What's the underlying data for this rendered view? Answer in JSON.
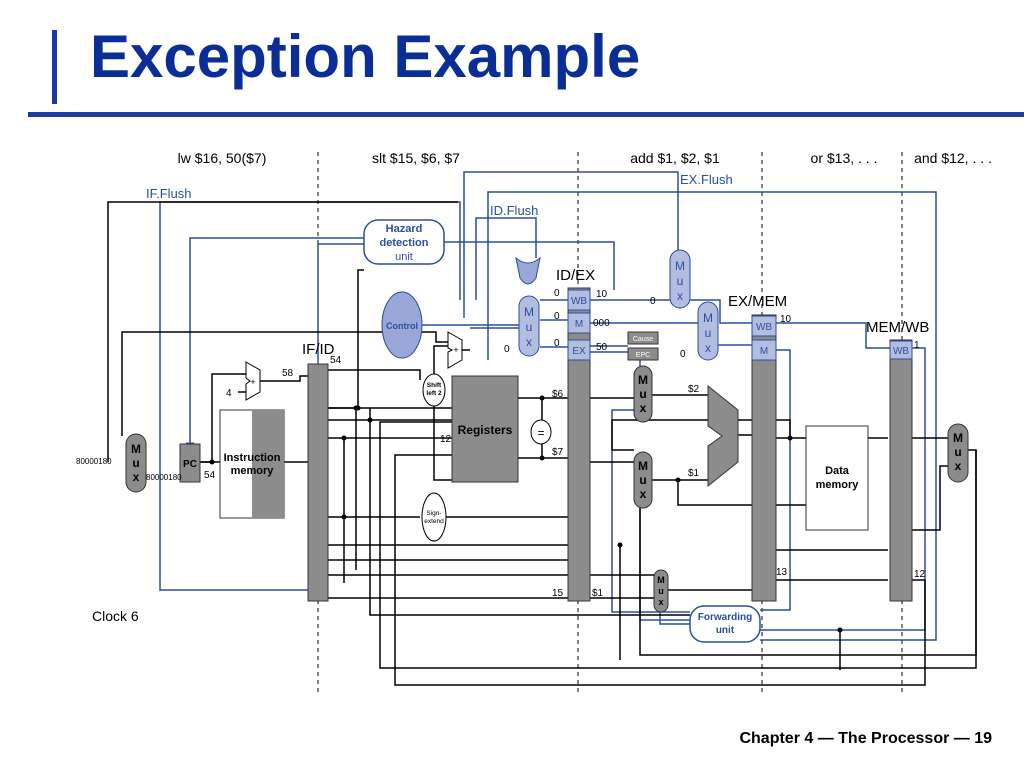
{
  "slide": {
    "title": "Exception Example",
    "footer": "Chapter 4 — The Processor — 19",
    "clock": "Clock 6"
  },
  "instructions": [
    "lw $16, 50($7)",
    "slt $15, $6, $7",
    "add $1, $2, $1",
    "or $13, . . .",
    "and $12, . . ."
  ],
  "signals": {
    "if_flush": "IF.Flush",
    "id_flush": "ID.Flush",
    "ex_flush": "EX.Flush"
  },
  "pipeline_registers": {
    "if_id": "IF/ID",
    "id_ex": "ID/EX",
    "ex_mem": "EX/MEM",
    "mem_wb": "MEM/WB"
  },
  "blocks": {
    "hazard_line1": "Hazard",
    "hazard_line2": "detection",
    "hazard_line3": "unit",
    "control": "Control",
    "registers": "Registers",
    "instr_mem_line1": "Instruction",
    "instr_mem_line2": "memory",
    "data_mem_line1": "Data",
    "data_mem_line2": "memory",
    "forward_line1": "Forwarding",
    "forward_line2": "unit",
    "pc": "PC",
    "shift_line1": "Shift",
    "shift_line2": "left 2",
    "sign_line1": "Sign-",
    "sign_line2": "extend",
    "cause": "Cause",
    "epc": "EPC",
    "equal": "=",
    "plus": "+",
    "mux_m": "M",
    "mux_u": "u",
    "mux_x": "x",
    "wb": "WB",
    "m": "M",
    "ex": "EX"
  },
  "values": {
    "addr": "80000180",
    "addr2": "80000180",
    "pc_out": "54",
    "four": "4",
    "pc_plus4": "58",
    "ifid_54": "54",
    "reg12": "12",
    "reg6": "$6",
    "reg7": "$7",
    "wb_10": "10",
    "m_000": "000",
    "ex_50": "50",
    "zero_wb": "0",
    "zero_m": "0",
    "zero_ex": "0",
    "zero_mux": "0",
    "zero_exflush1": "0",
    "zero_exflush2": "0",
    "exmem_10": "10",
    "memwb_1": "1",
    "alu_2": "$2",
    "alu_1": "$1",
    "idex_15": "15",
    "idex_1": "$1",
    "exmem_13": "13",
    "memwb_12": "12"
  }
}
